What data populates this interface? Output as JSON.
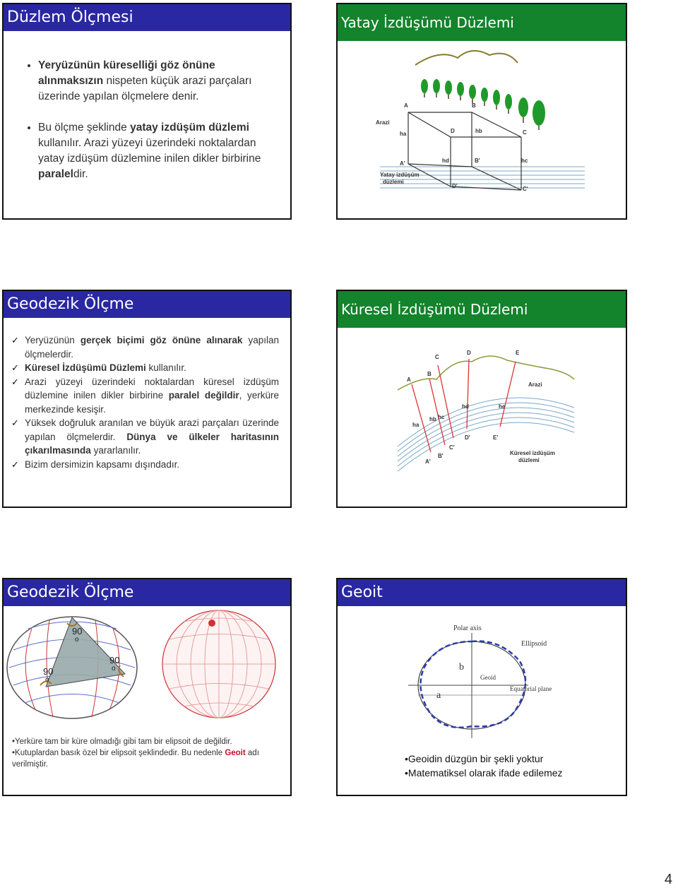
{
  "slides": {
    "s1": {
      "title": "Düzlem Ölçmesi",
      "b1_bold1": "Yeryüzünün küreselliği göz önüne alınmaksızın",
      "b1_rest": " nispeten küçük arazi parçaları üzerinde yapılan ölçmelere denir.",
      "b2_pre": "Bu ölçme şeklinde ",
      "b2_bold": "yatay izdüşüm düzlemi",
      "b2_mid": " kullanılır. Arazi yüzeyi üzerindeki noktalardan yatay izdüşüm düzlemine inilen dikler birbirine ",
      "b2_bold2": "paralel",
      "b2_end": "dir."
    },
    "s2": {
      "title": "Yatay İzdüşümü Düzlemi",
      "labels": {
        "arazi": "Arazi",
        "plane": "Yatay izdüşüm",
        "plane2": "düzlemi",
        "A": "A",
        "B": "B",
        "C": "C",
        "D": "D",
        "A1": "A'",
        "B1": "B'",
        "C1": "C'",
        "D1": "D'",
        "ha": "ha",
        "hb": "hb",
        "hc": "hc",
        "hd": "hd"
      }
    },
    "s3": {
      "title": "Geodezik Ölçme",
      "i1_pre": "Yeryüzünün ",
      "i1_bold": "gerçek biçimi göz önüne alınarak",
      "i1_rest": " yapılan ölçmelerdir.",
      "i2_bold": "Küresel İzdüşümü Düzlemi",
      "i2_rest": " kullanılır.",
      "i3_pre": "Arazi yüzeyi üzerindeki noktalardan küresel izdüşüm düzlemine inilen dikler birbirine ",
      "i3_bold": "paralel değildir",
      "i3_rest": ", yerküre merkezinde kesişir.",
      "i4_pre": "Yüksek doğruluk aranılan ve büyük arazi parçaları üzerinde yapılan ölçmelerdir. ",
      "i4_bold": "Dünya ve ülkeler haritasının çıkarılmasında",
      "i4_rest": " yararlanılır.",
      "i5": "Bizim dersimizin kapsamı dışındadır."
    },
    "s4": {
      "title": "Küresel İzdüşümü Düzlemi",
      "labels": {
        "arazi": "Arazi",
        "plane": "Küresel izdüşüm",
        "plane2": "düzlemi",
        "A": "A",
        "B": "B",
        "C": "C",
        "D": "D",
        "E": "E",
        "A1": "A'",
        "B1": "B'",
        "C1": "C'",
        "D1": "D'",
        "E1": "E'",
        "ha": "ha",
        "hb": "hb",
        "hc": "hc",
        "hd": "hd",
        "he": "he"
      }
    },
    "s5": {
      "title": "Geodezik Ölçme",
      "angle1": "90",
      "angle2": "90",
      "angle3": "90",
      "deg": "o",
      "l1": "Yerküre tam bir küre olmadığı gibi tam bir elipsoit de değildir.",
      "l2_pre": "Kutuplardan basık özel bir elipsoit şeklindedir. Bu nedenle ",
      "l2_red": "Geoit",
      "l2_rest": " adı verilmiştir."
    },
    "s6": {
      "title": "Geoit",
      "labels": {
        "polar": "Polar axis",
        "ellipsoid": "Ellipsoid",
        "geoid": "Geoid",
        "equatorial": "Equatorial plane",
        "a": "a",
        "b": "b"
      },
      "l1": "Geoidin düzgün bir şekli yoktur",
      "l2": "Matematiksel olarak ifade edilemez"
    }
  },
  "page_number": "4"
}
